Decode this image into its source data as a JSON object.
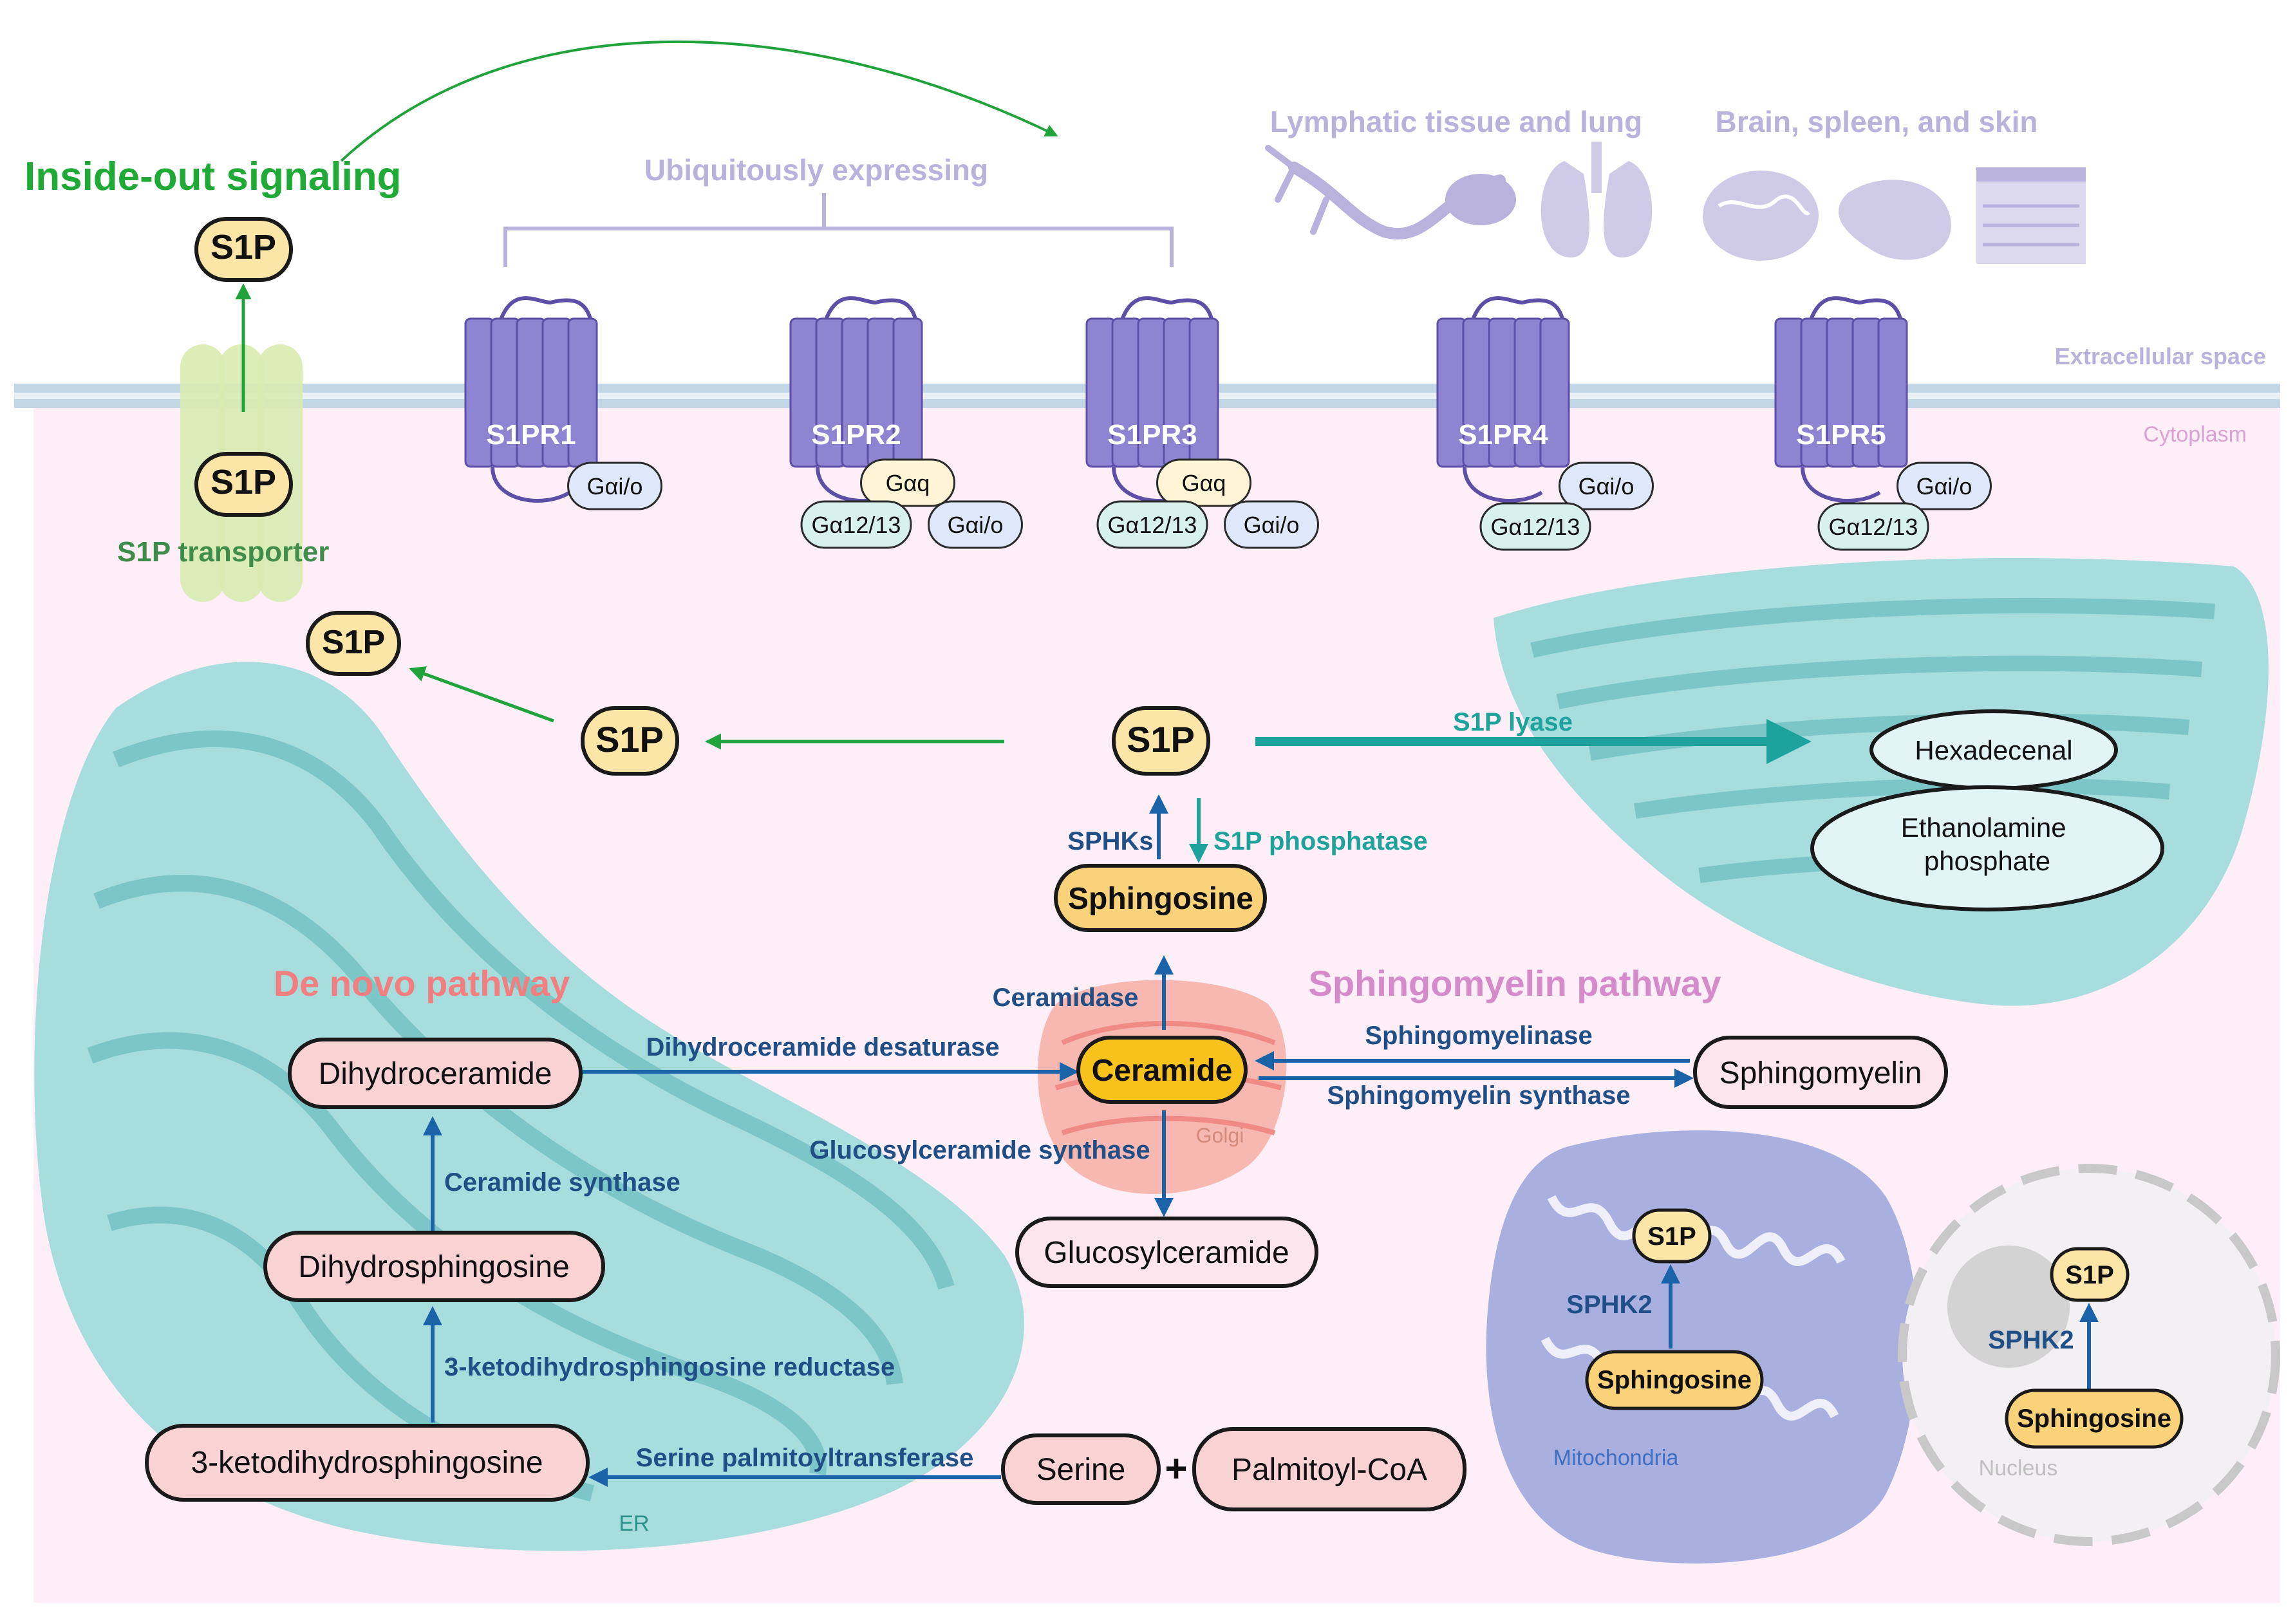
{
  "colors": {
    "cytoplasm_bg": "#fdeef8",
    "membrane": "#c3d6e4",
    "receptor": "#8f84d2",
    "receptor_dark": "#5d4fa8",
    "gprotein_blue": "#dfe8fb",
    "gprotein_green": "#d9f1ec",
    "gprotein_yellow": "#fff4d6",
    "er_teal": "#75c6c6",
    "golgi": "#f7b8b2",
    "mito": "#a9b0e0",
    "nucleus": "#cfcfcf",
    "arrow_blue": "#1b63a8",
    "arrow_green": "#21a33b",
    "arrow_teal": "#1ea39c",
    "enzyme_text": "#1f4f86",
    "s1p_fill": "#fbe6a8",
    "sphingosine_fill": "#f9d27a",
    "ceramide_fill": "#f7c21c",
    "pink_box": "#f9d2d4",
    "lipid_box": "#fde5ee",
    "teal_box": "#e3f4f4",
    "inside_out_green": "#1faa36",
    "transporter_green": "#3e8d4a",
    "lavender": "#b9b2dc",
    "de_novo_pink": "#f27f7f",
    "sm_pathway_pink": "#d58ac9",
    "cytoplasm_label": "#d8a3d0",
    "er_label": "#2a8f88",
    "mito_label": "#3f6fc2"
  },
  "labels": {
    "inside_out": "Inside-out signaling",
    "transporter": "S1P transporter",
    "ubiquitous": "Ubiquitously expressing",
    "lymphatic": "Lymphatic tissue and lung",
    "brain": "Brain, spleen, and skin",
    "extracellular": "Extracellular space",
    "cytoplasm": "Cytoplasm",
    "de_novo": "De novo pathway",
    "sm_pathway": "Sphingomyelin pathway",
    "er": "ER",
    "golgi": "Golgi",
    "mitochondria": "Mitochondria",
    "nucleus": "Nucleus",
    "plus": "+"
  },
  "molecules": {
    "s1p": "S1P",
    "sphingosine": "Sphingosine",
    "ceramide": "Ceramide",
    "dihydroceramide": "Dihydroceramide",
    "dihydrosphingosine": "Dihydrosphingosine",
    "ketodihydrosphingosine": "3-ketodihydrosphingosine",
    "serine": "Serine",
    "palmitoyl_coa": "Palmitoyl-CoA",
    "glucosylceramide": "Glucosylceramide",
    "sphingomyelin": "Sphingomyelin",
    "hexadecenal": "Hexadecenal",
    "ethanolamine": "Ethanolamine phosphate"
  },
  "enzymes": {
    "s1p_lyase": "S1P lyase",
    "sphks": "SPHKs",
    "s1p_phosphatase": "S1P phosphatase",
    "ceramidase": "Ceramidase",
    "dihydroceramide_desaturase": "Dihydroceramide desaturase",
    "ceramide_synthase": "Ceramide synthase",
    "keto_reductase": "3-ketodihydrosphingosine reductase",
    "serine_palmitoyltransferase": "Serine palmitoyltransferase",
    "glucosylceramide_synthase": "Glucosylceramide synthase",
    "sphingomyelinase": "Sphingomyelinase",
    "sphingomyelin_synthase": "Sphingomyelin synthase",
    "sphk2": "SPHK2"
  },
  "receptors": [
    {
      "name": "S1PR1",
      "gproteins": [
        "Gαi/o"
      ]
    },
    {
      "name": "S1PR2",
      "gproteins": [
        "Gαq",
        "Gα12/13",
        "Gαi/o"
      ]
    },
    {
      "name": "S1PR3",
      "gproteins": [
        "Gαq",
        "Gα12/13",
        "Gαi/o"
      ]
    },
    {
      "name": "S1PR4",
      "gproteins": [
        "Gαi/o",
        "Gα12/13"
      ]
    },
    {
      "name": "S1PR5",
      "gproteins": [
        "Gαi/o",
        "Gα12/13"
      ]
    }
  ]
}
